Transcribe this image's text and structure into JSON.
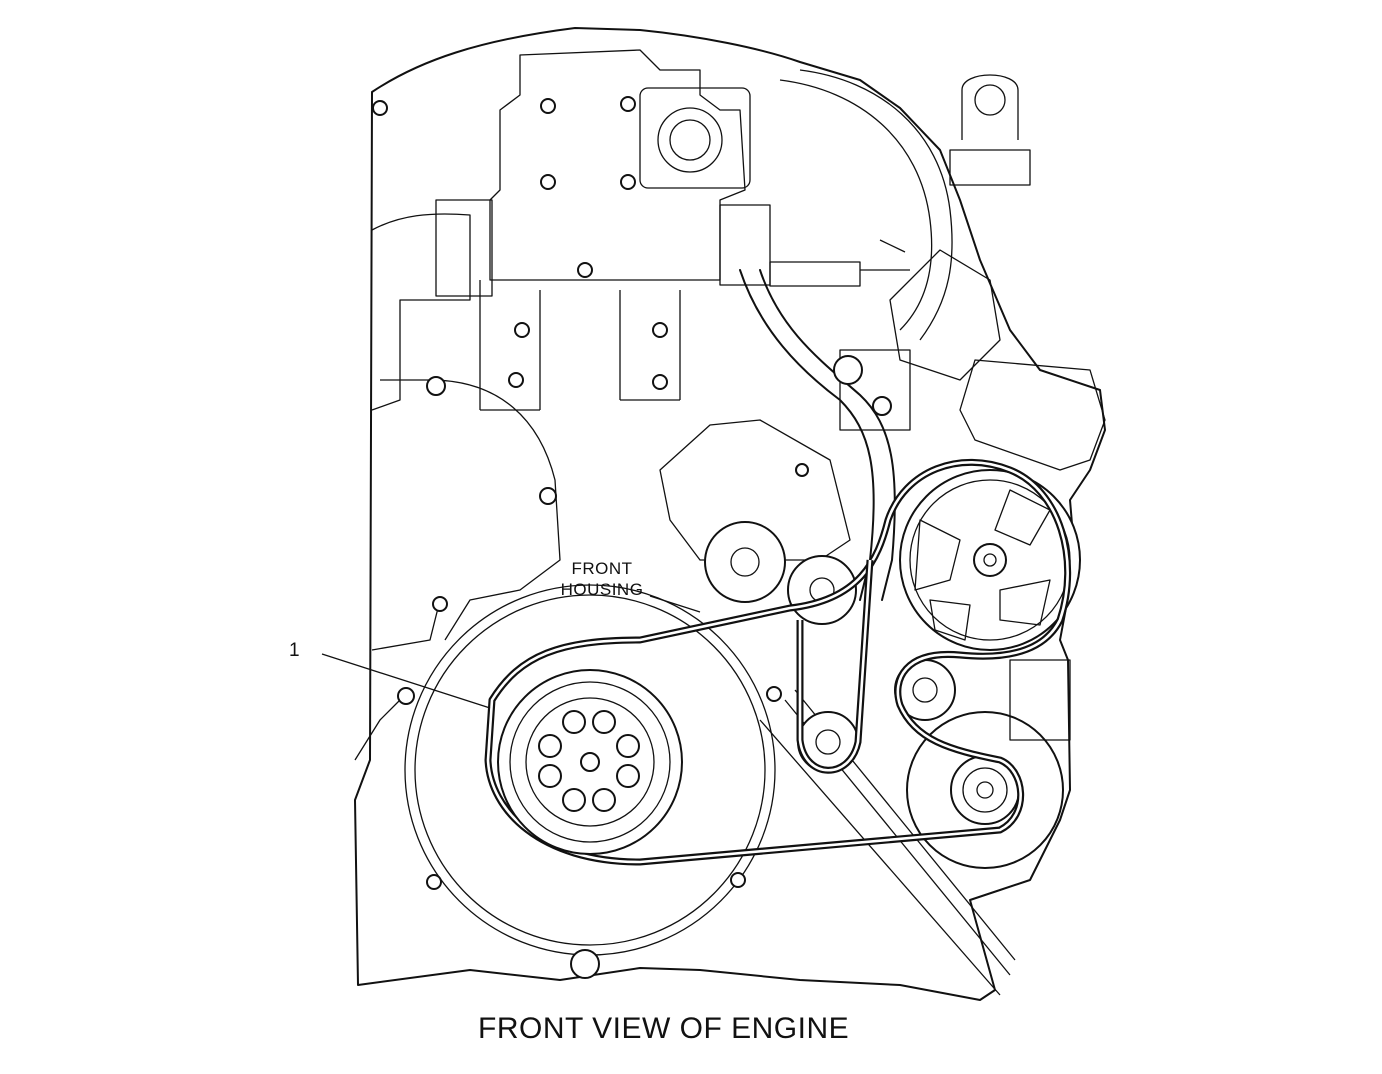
{
  "labels": {
    "callout_1": "1",
    "front_housing_line1": "FRONT",
    "front_housing_line2": "HOUSING",
    "caption": "FRONT VIEW OF ENGINE"
  },
  "icons": [
    "engine-front-view-drawing",
    "serpentine-belt",
    "crankshaft-damper",
    "belt-tensioner",
    "water-pump-pulley",
    "alternator-pulley",
    "idler-pulley",
    "fan-drive-pulley"
  ]
}
